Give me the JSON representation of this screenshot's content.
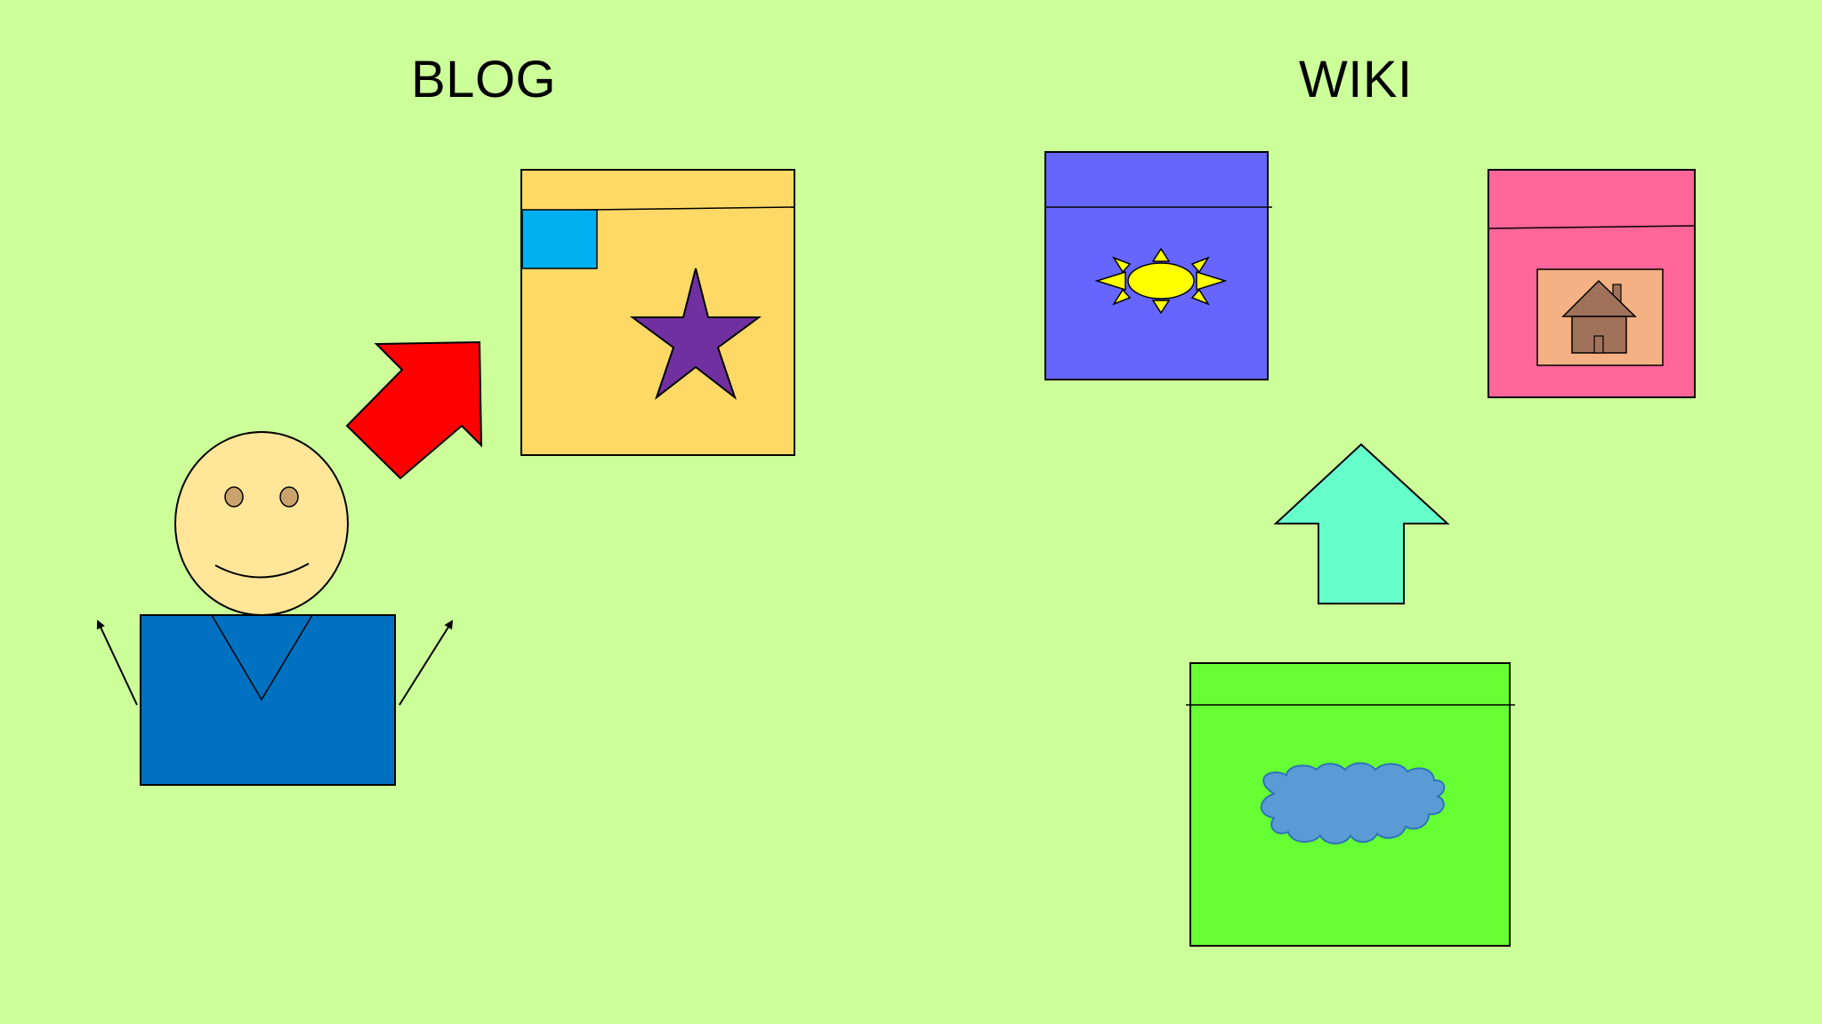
{
  "headings": {
    "blog": "BLOG",
    "wiki": "WIKI"
  },
  "colors": {
    "background": "#ccff99",
    "person_head": "#ffe699",
    "person_body": "#0070c0",
    "blog_arrow": "#ff0000",
    "blog_page": "#ffd966",
    "blog_logo_box": "#00b0f0",
    "blog_star": "#7030a0",
    "wiki_page_sun": "#6666ff",
    "sun": "#ffff00",
    "wiki_page_house": "#ff6699",
    "house_frame": "#f4b183",
    "house": "#a0725a",
    "wiki_arrow": "#66ffcc",
    "wiki_page_cloud": "#66ff33",
    "cloud": "#5b9bd5"
  },
  "icons": [
    "smiley-person",
    "arrow-up-right-icon",
    "star-icon",
    "sun-icon",
    "house-icon",
    "arrow-up-icon",
    "cloud-icon"
  ]
}
